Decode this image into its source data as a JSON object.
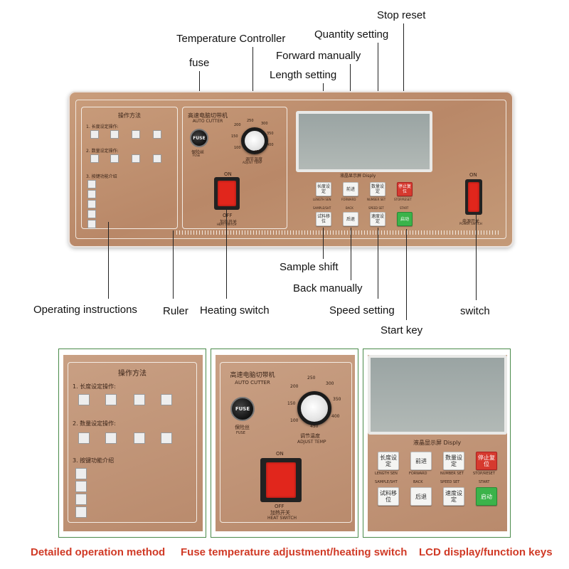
{
  "top_callouts": {
    "temperature_controller": "Temperature Controller",
    "fuse": "fuse",
    "length_setting": "Length setting",
    "forward_manually": "Forward manually",
    "quantity_setting": "Quantity setting",
    "stop_reset": "Stop reset"
  },
  "bottom_callouts": {
    "operating_instructions": "Operating instructions",
    "ruler": "Ruler",
    "heating_switch": "Heating switch",
    "sample_shift": "Sample shift",
    "back_manually": "Back manually",
    "speed_setting": "Speed setting",
    "start_key": "Start key",
    "switch": "switch"
  },
  "panel": {
    "instructions_title": "操作方法",
    "inst_1": "1. 长度设定操作:",
    "inst_2": "2. 数量设定操作:",
    "inst_3": "3. 按键功能介绍",
    "brand_cn": "高速电脑切带机",
    "brand_en": "AUTO CUTTER",
    "fuse_label": "FUSE",
    "fuse_cn": "保险丝",
    "fuse_en": "FUSE",
    "dial_cn": "调节温度",
    "dial_en": "ADJUST TEMP",
    "dial_numbers": [
      "100",
      "150",
      "200",
      "250",
      "300",
      "350",
      "400",
      "450"
    ],
    "heat_on": "ON",
    "heat_off": "OFF",
    "heat_cn": "加热开关",
    "heat_en": "HEAT SWITCH",
    "display_label": "液晶显示屏 Disply",
    "power_on": "ON",
    "power_cn": "电源开关",
    "power_en": "POWER SWITCH",
    "keys_row1": [
      {
        "cn": "长度设定",
        "en": "LENGTH SEN",
        "style": "normal"
      },
      {
        "cn": "前进",
        "en": "FORWARD",
        "style": "normal"
      },
      {
        "cn": "数量设定",
        "en": "NUMBER SET",
        "style": "normal"
      },
      {
        "cn": "停止复位",
        "en": "STOP/RESET",
        "style": "red"
      }
    ],
    "keys_row2": [
      {
        "cn": "试料移位",
        "en": "SAMPLE/SHT",
        "style": "normal"
      },
      {
        "cn": "后退",
        "en": "BACK",
        "style": "normal"
      },
      {
        "cn": "速度设定",
        "en": "SPEED SET",
        "style": "normal"
      },
      {
        "cn": "启动",
        "en": "START",
        "style": "green"
      }
    ]
  },
  "captions": {
    "left": "Detailed operation method",
    "middle": "Fuse temperature adjustment/heating switch",
    "right": "LCD display/function keys"
  },
  "colors": {
    "panel": "#bf8f6f",
    "caption": "#d03a26",
    "rocker_red": "#e1261c",
    "start_green": "#3bb34a",
    "stop_red": "#d63a2f"
  }
}
